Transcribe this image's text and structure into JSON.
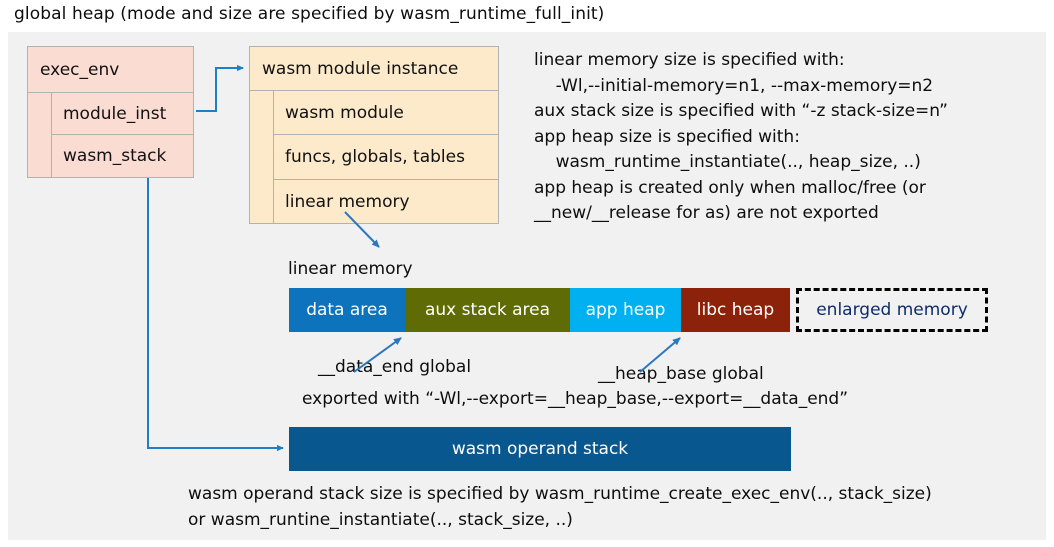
{
  "title": "global heap (mode and size are specified by wasm_runtime_full_init)",
  "colors": {
    "panel_bg": "#f1f1f1",
    "exec_env_fill": "#fadcd2",
    "module_inst_fill": "#fdeacb",
    "box_border": "#b2b2b2",
    "connector": "#1f7fc4",
    "data_area": "#0c73bc",
    "aux_stack_area": "#5f6b04",
    "app_heap": "#00b0f0",
    "libc_heap": "#8b2209",
    "enlarged_memory_border": "#000000",
    "enlarged_memory_text": "#0d2b6b",
    "operand_stack": "#08588f"
  },
  "exec_env": {
    "header": "exec_env",
    "fields": [
      {
        "label": "module_inst"
      },
      {
        "label": "wasm_stack"
      }
    ]
  },
  "module_instance": {
    "header": "wasm module instance",
    "fields": [
      {
        "label": "wasm module"
      },
      {
        "label": "funcs, globals, tables"
      },
      {
        "label": "linear memory"
      }
    ]
  },
  "notes": {
    "memory_note": "linear memory size is specified with:\n    -Wl,--initial-memory=n1, --max-memory=n2\naux stack size is specified with “-z stack-size=n”\napp heap size is specified with:\n    wasm_runtime_instantiate(.., heap_size, ..)\napp heap is created only when malloc/free (or\n__new/__release for as) are not exported"
  },
  "linear_memory": {
    "label": "linear memory",
    "segments": [
      {
        "label": "data area",
        "color": "#0c73bc",
        "width": 116,
        "text_color": "#ffffff",
        "dashed": false
      },
      {
        "label": "aux stack area",
        "color": "#5f6b04",
        "width": 165,
        "text_color": "#ffffff",
        "dashed": false
      },
      {
        "label": "app heap",
        "color": "#00b0f0",
        "width": 111,
        "text_color": "#ffffff",
        "dashed": false
      },
      {
        "label": "libc heap",
        "color": "#8b2209",
        "width": 109,
        "text_color": "#ffffff",
        "dashed": false
      },
      {
        "label": "enlarged memory",
        "color": "#f1f1f1",
        "width": 192,
        "text_color": "#0d2b6b",
        "dashed": true
      }
    ],
    "annotations": {
      "data_end": "__data_end global",
      "heap_base": "__heap_base global",
      "export_note": "exported with “-Wl,--export=__heap_base,--export=__data_end”"
    }
  },
  "operand_stack": {
    "label": "wasm operand stack",
    "note": "wasm operand stack size is specified by wasm_runtime_create_exec_env(.., stack_size)\nor wasm_runtine_instantiate(.., stack_size, ..)"
  }
}
